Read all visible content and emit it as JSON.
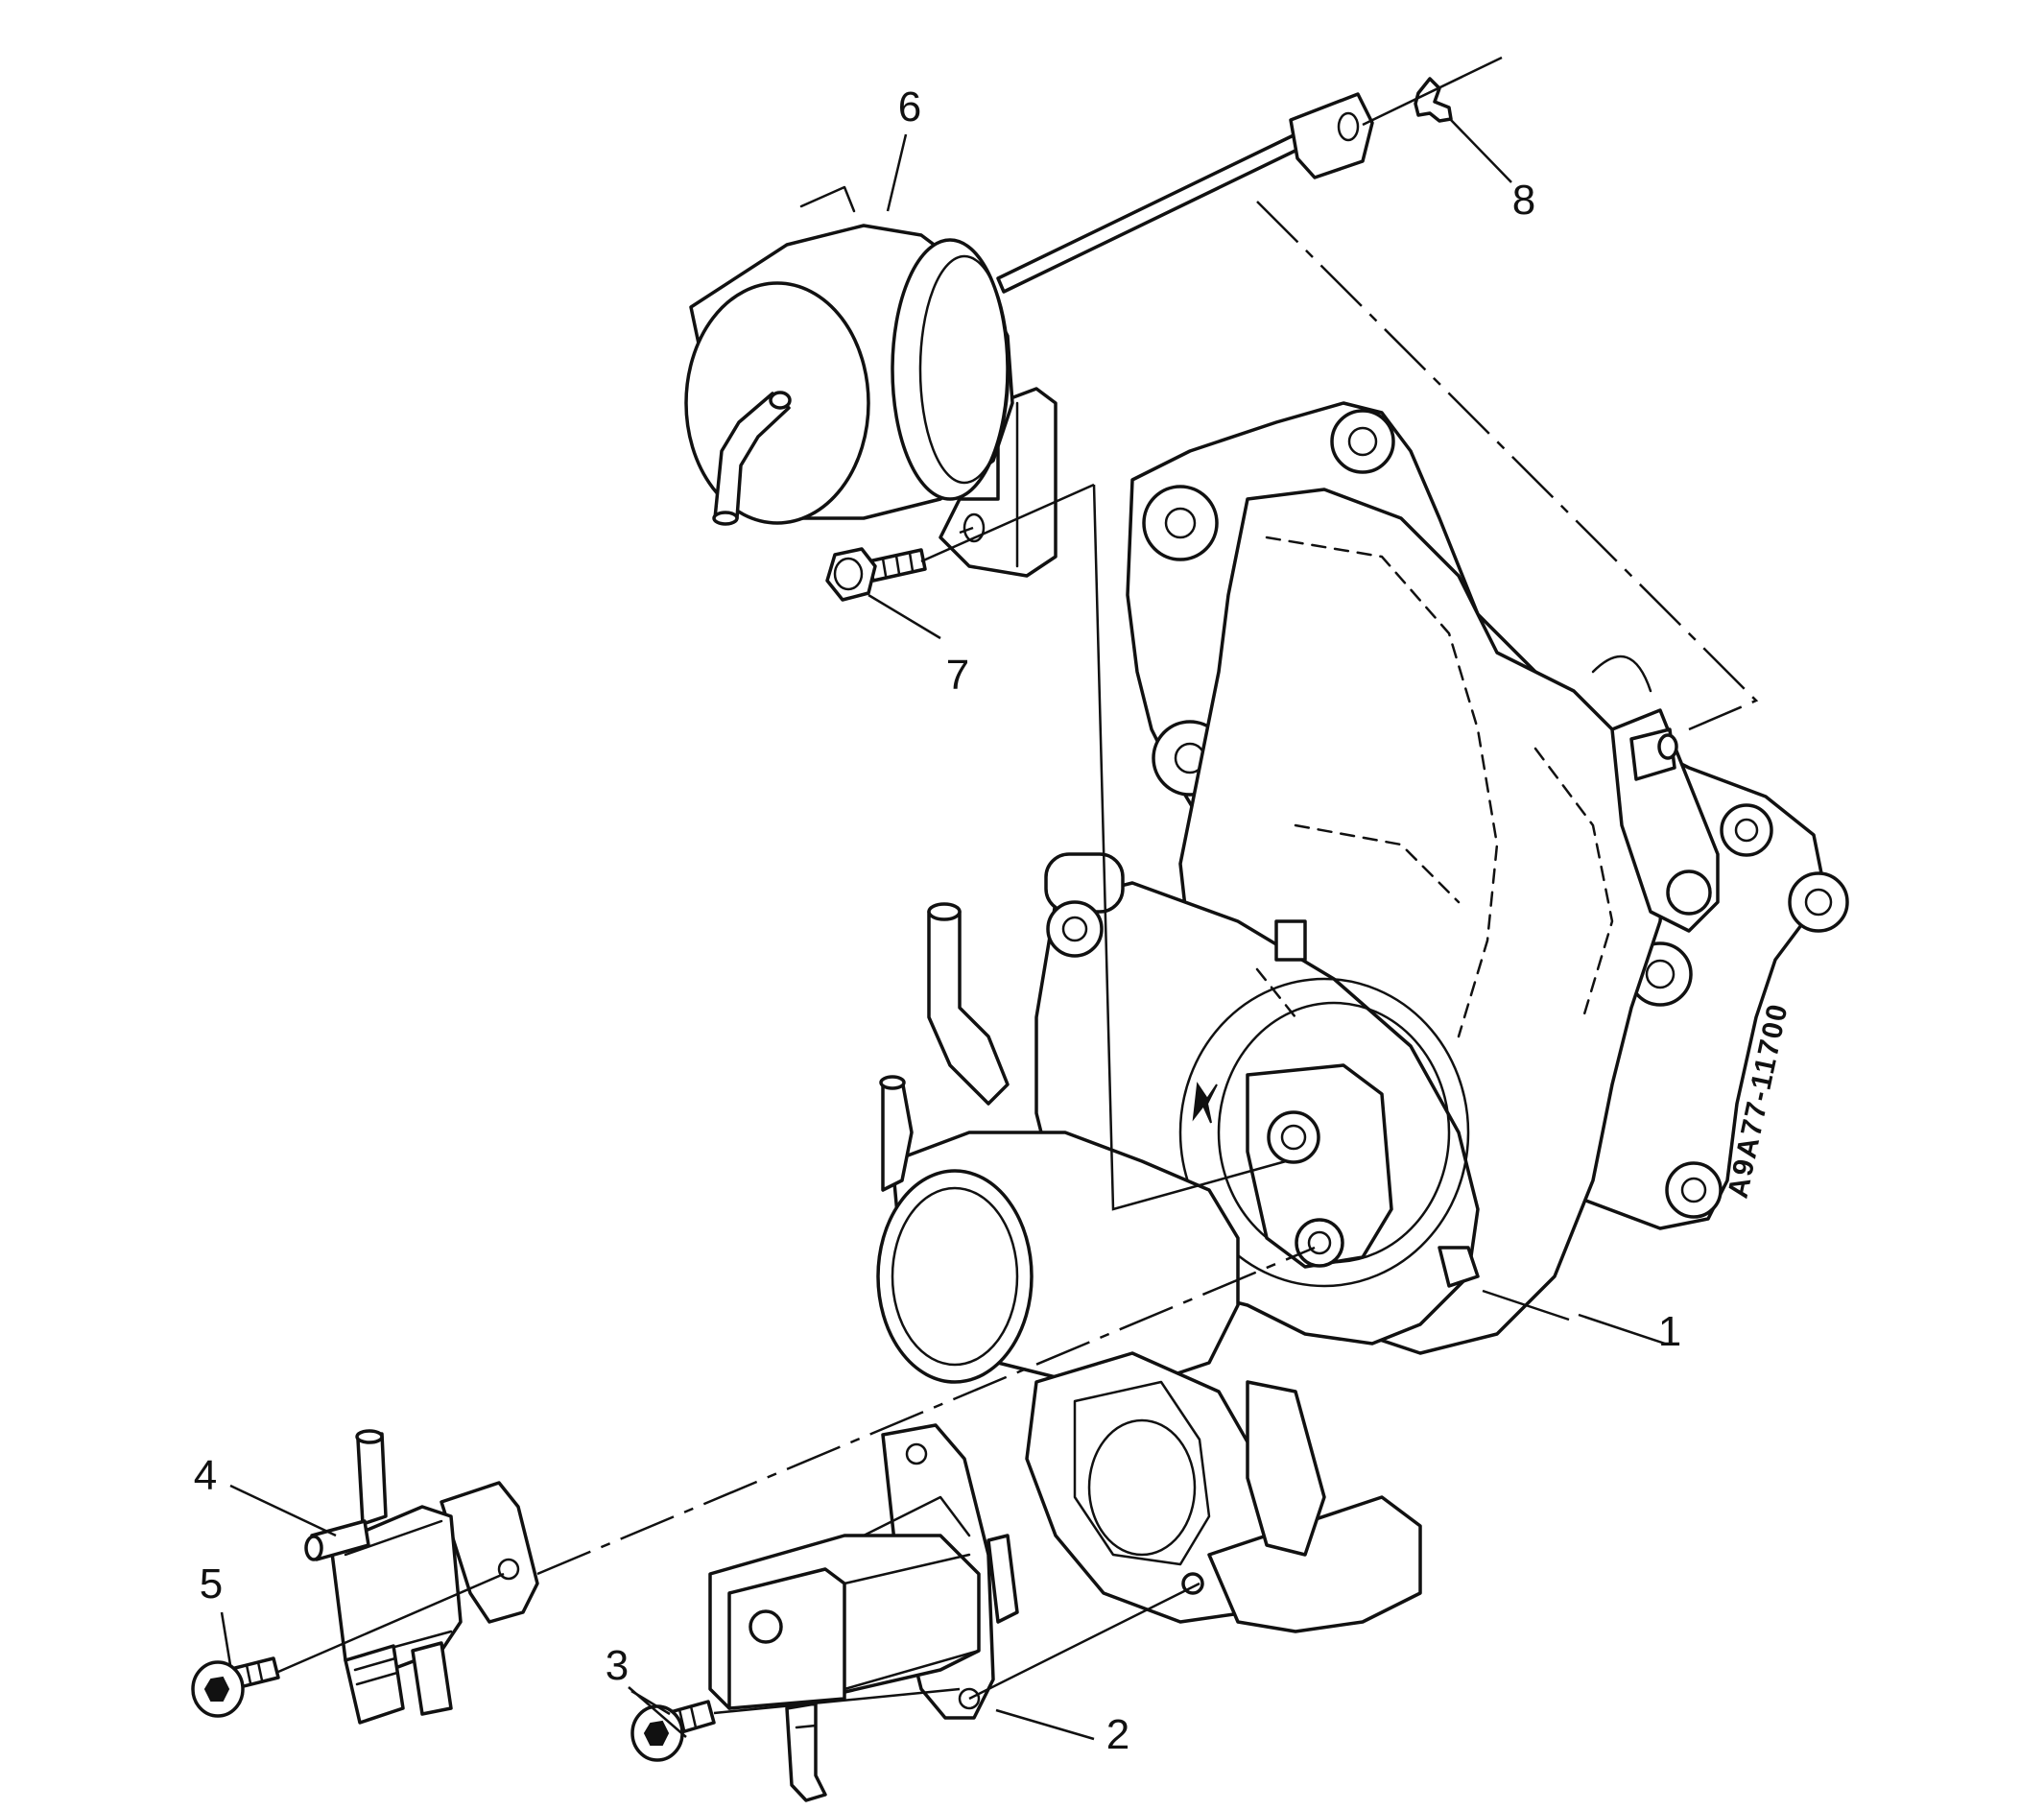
{
  "callouts": {
    "c1": "1",
    "c2": "2",
    "c3": "3",
    "c4": "4",
    "c5": "5",
    "c6": "6",
    "c7": "7",
    "c8": "8"
  },
  "stamp_text": "A9A77-11700",
  "colors": {
    "line": "#111111",
    "background": "#ffffff"
  }
}
